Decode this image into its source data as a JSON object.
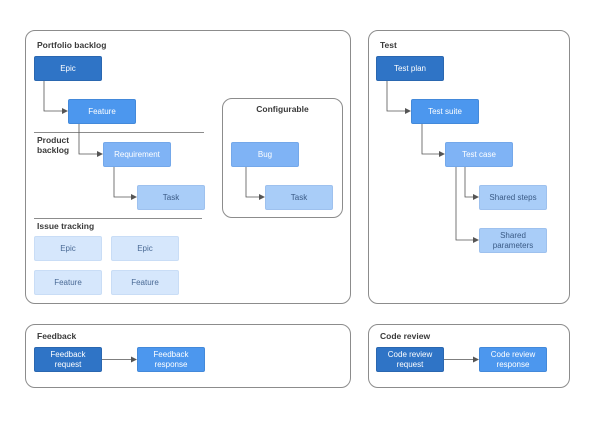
{
  "portfolio": {
    "title": "Portfolio backlog",
    "epic": "Epic",
    "feature": "Feature",
    "product_backlog_title": "Product backlog",
    "requirement": "Requirement",
    "task": "Task",
    "issue_tracking_title": "Issue tracking",
    "issue_epic_1": "Epic",
    "issue_epic_2": "Epic",
    "issue_feature_1": "Feature",
    "issue_feature_2": "Feature",
    "configurable": {
      "title": "Configurable",
      "bug": "Bug",
      "task": "Task"
    }
  },
  "test": {
    "title": "Test",
    "test_plan": "Test plan",
    "test_suite": "Test suite",
    "test_case": "Test case",
    "shared_steps": "Shared steps",
    "shared_parameters": "Shared parameters"
  },
  "feedback": {
    "title": "Feedback",
    "request": "Feedback request",
    "response": "Feedback response"
  },
  "code_review": {
    "title": "Code review",
    "request": "Code review request",
    "response": "Code review response"
  },
  "colors": {
    "level1": "#2f74c6",
    "level2": "#4c97ee",
    "level3": "#7fb3f5",
    "level4": "#a9cdf8",
    "level5": "#d6e7fc",
    "border": "#8c8c8c",
    "connector": "#555555"
  }
}
